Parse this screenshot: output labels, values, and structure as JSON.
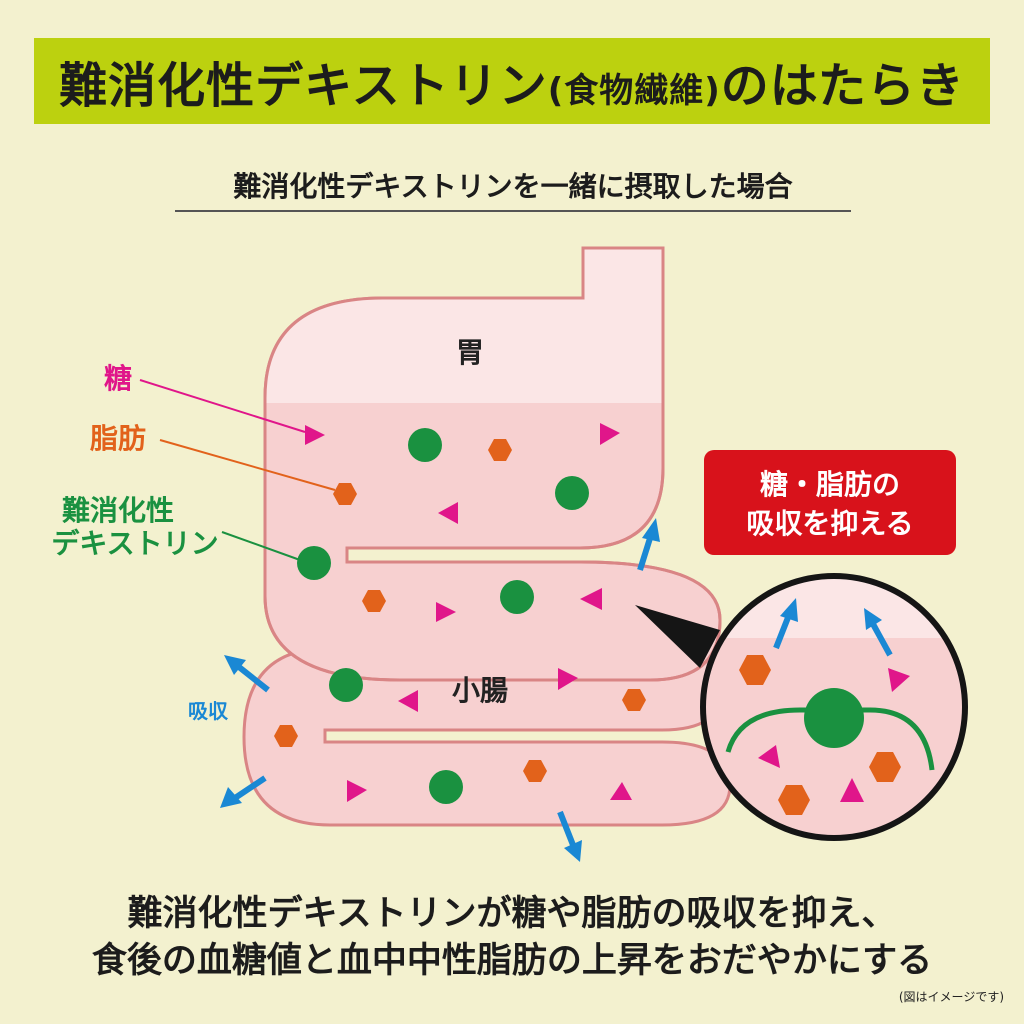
{
  "header": {
    "title_main": "難消化性デキストリン",
    "title_paren": "(食物繊維)",
    "title_tail": "のはたらき",
    "subtitle": "難消化性デキストリンを一緒に摂取した場合"
  },
  "diagram": {
    "stomach_label": "胃",
    "intestine_label": "小腸",
    "legend_sugar": "糖",
    "legend_fat": "脂肪",
    "legend_fiber_line1": "難消化性",
    "legend_fiber_line2": "デキストリン",
    "absorb_label": "吸収",
    "callout_line1": "糖・脂肪の",
    "callout_line2": "吸収を抑える"
  },
  "footer": {
    "line1": "難消化性デキストリンが糖や脂肪の吸収を抑え、",
    "line2": "食後の血糖値と血中中性脂肪の上昇をおだやかにする",
    "note": "(図はイメージです)"
  },
  "colors": {
    "background": "#f3f1cf",
    "banner": "#bcd10f",
    "sugar": "#e0168a",
    "fat": "#e2621b",
    "fiber": "#1a9140",
    "arrow": "#1a88d4",
    "callout": "#d8121b",
    "organ_fill": "#f7d0d0",
    "organ_stroke": "#d98585"
  }
}
